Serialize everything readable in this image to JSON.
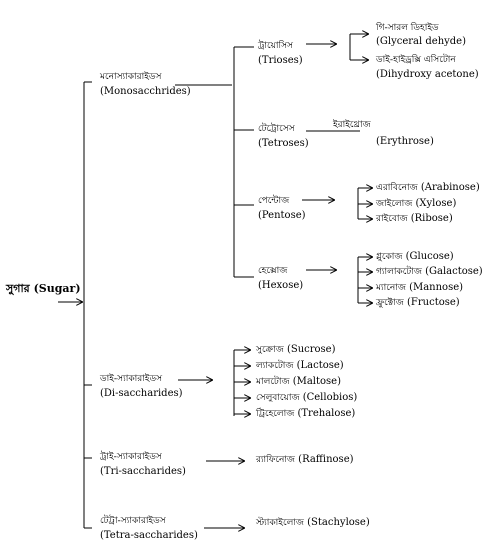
{
  "root": {
    "bn": "সুগার",
    "en": "(Sugar)"
  },
  "categories": [
    {
      "bn": "মনোস্যাকারাইডস",
      "en": "(Monosacchrides)"
    },
    {
      "bn": "ডাই-স্যাকারাইডস",
      "en": "(Di-saccharides)"
    },
    {
      "bn": "ট্রাই-স্যাকারাইডস",
      "en": "(Tri-saccharides)"
    },
    {
      "bn": "টেট্রা-স্যাকারাইডস",
      "en": "(Tetra-saccharides)"
    }
  ],
  "mono_groups": [
    {
      "bn": "ট্রায়োসিস",
      "en": "(Trioses)"
    },
    {
      "bn": "টেট্রোসেস",
      "en": "(Tetroses)"
    },
    {
      "bn": "পেন্টোজ",
      "en": "(Pentose)"
    },
    {
      "bn": "হেক্সোজ",
      "en": "(Hexose)"
    }
  ],
  "trioses_items": [
    {
      "bn": "গি-সারল ডিহাইড",
      "en": "(Glyceral dehyde)"
    },
    {
      "bn": "ডাই-হাইড্রক্সি এসিটোন",
      "en": "(Dihydroxy acetone)"
    }
  ],
  "tetroses_item": {
    "bn": "ইরাইথ্রোজ",
    "en": "(Erythrose)"
  },
  "pentose_items": [
    {
      "bn": "এরাবিনোজ",
      "en": "(Arabinose)"
    },
    {
      "bn": "জাইলোজ",
      "en": "(Xylose)"
    },
    {
      "bn": "রাইবোজ",
      "en": "(Ribose)"
    }
  ],
  "hexose_items": [
    {
      "bn": "গ্লুকোজ",
      "en": "(Glucose)"
    },
    {
      "bn": "গ্যালাকটোজ",
      "en": "(Galactose)"
    },
    {
      "bn": "ম্যানোজ",
      "en": "(Mannose)"
    },
    {
      "bn": "ফ্রুক্টোজ",
      "en": "(Fructose)"
    }
  ],
  "di_items": [
    {
      "bn": "সুক্রোজ",
      "en": "(Sucrose)"
    },
    {
      "bn": "ল্যাকটোজ",
      "en": "(Lactose)"
    },
    {
      "bn": "মালটোজ",
      "en": "(Maltose)"
    },
    {
      "bn": "সেলুবায়োজ",
      "en": "(Cellobios)"
    },
    {
      "bn": "ট্রিহেলোজ",
      "en": "(Trehalose)"
    }
  ],
  "tri_item": {
    "bn": "র‍্যাফিনোজ",
    "en": "(Raffinose)"
  },
  "tetra_item": {
    "bn": "স্ট্যাকাইলোজ",
    "en": "(Stachylose)"
  }
}
